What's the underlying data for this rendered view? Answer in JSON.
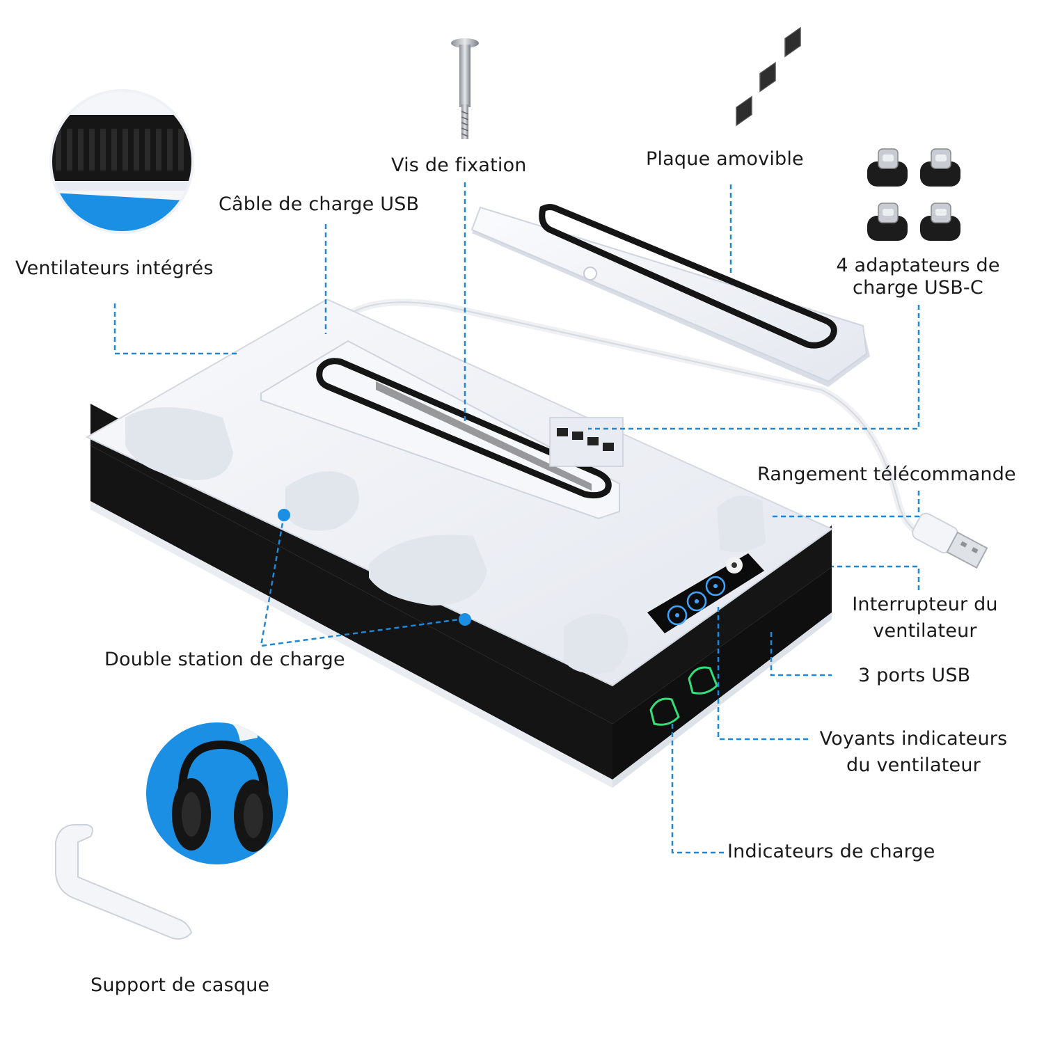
{
  "labels": {
    "ventilateurs": "Ventilateurs intégrés",
    "cable_usb": "Câble de charge USB",
    "vis": "Vis de fixation",
    "plaque": "Plaque amovible",
    "adaptateurs_l1": "4 adaptateurs de",
    "adaptateurs_l2": "charge USB-C",
    "rangement": "Rangement télécommande",
    "interrupteur_l1": "Interrupteur du",
    "interrupteur_l2": "ventilateur",
    "ports_usb": "3 ports USB",
    "double_station": "Double station de charge",
    "voyants_l1": "Voyants indicateurs",
    "voyants_l2": "du ventilateur",
    "indicateurs_charge": "Indicateurs de charge",
    "support_casque": "Support de casque"
  },
  "colors": {
    "accent_blue": "#1a8fe3",
    "leader_blue": "#1e88d6",
    "device_white": "#f1f3f7",
    "device_black": "#151515",
    "led_green": "#32e07a"
  },
  "icons": [
    "fan-icon",
    "controller-icon",
    "usb-c-adapter-icon",
    "screw-icon",
    "headset-icon"
  ]
}
